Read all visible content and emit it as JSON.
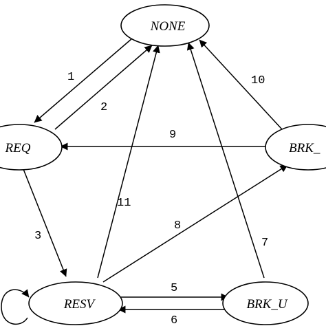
{
  "states": {
    "none": "NONE",
    "req": "REQ",
    "resv": "RESV",
    "brk_u": "BRK_U",
    "brk_right": "BRK_"
  },
  "transitions": [
    {
      "label": "1",
      "from": "NONE",
      "to": "REQ"
    },
    {
      "label": "2",
      "from": "REQ",
      "to": "NONE"
    },
    {
      "label": "3",
      "from": "REQ",
      "to": "RESV"
    },
    {
      "label": "5",
      "from": "RESV",
      "to": "BRK_U"
    },
    {
      "label": "6",
      "from": "BRK_U",
      "to": "RESV"
    },
    {
      "label": "7",
      "from": "BRK_U",
      "to": "NONE"
    },
    {
      "label": "8",
      "from": "RESV",
      "to": "BRK_"
    },
    {
      "label": "9",
      "from": "BRK_",
      "to": "REQ"
    },
    {
      "label": "10",
      "from": "BRK_",
      "to": "NONE"
    },
    {
      "label": "11",
      "from": "RESV",
      "to": "NONE"
    }
  ],
  "colors": {
    "stroke": "#000000",
    "fill": "#ffffff"
  }
}
